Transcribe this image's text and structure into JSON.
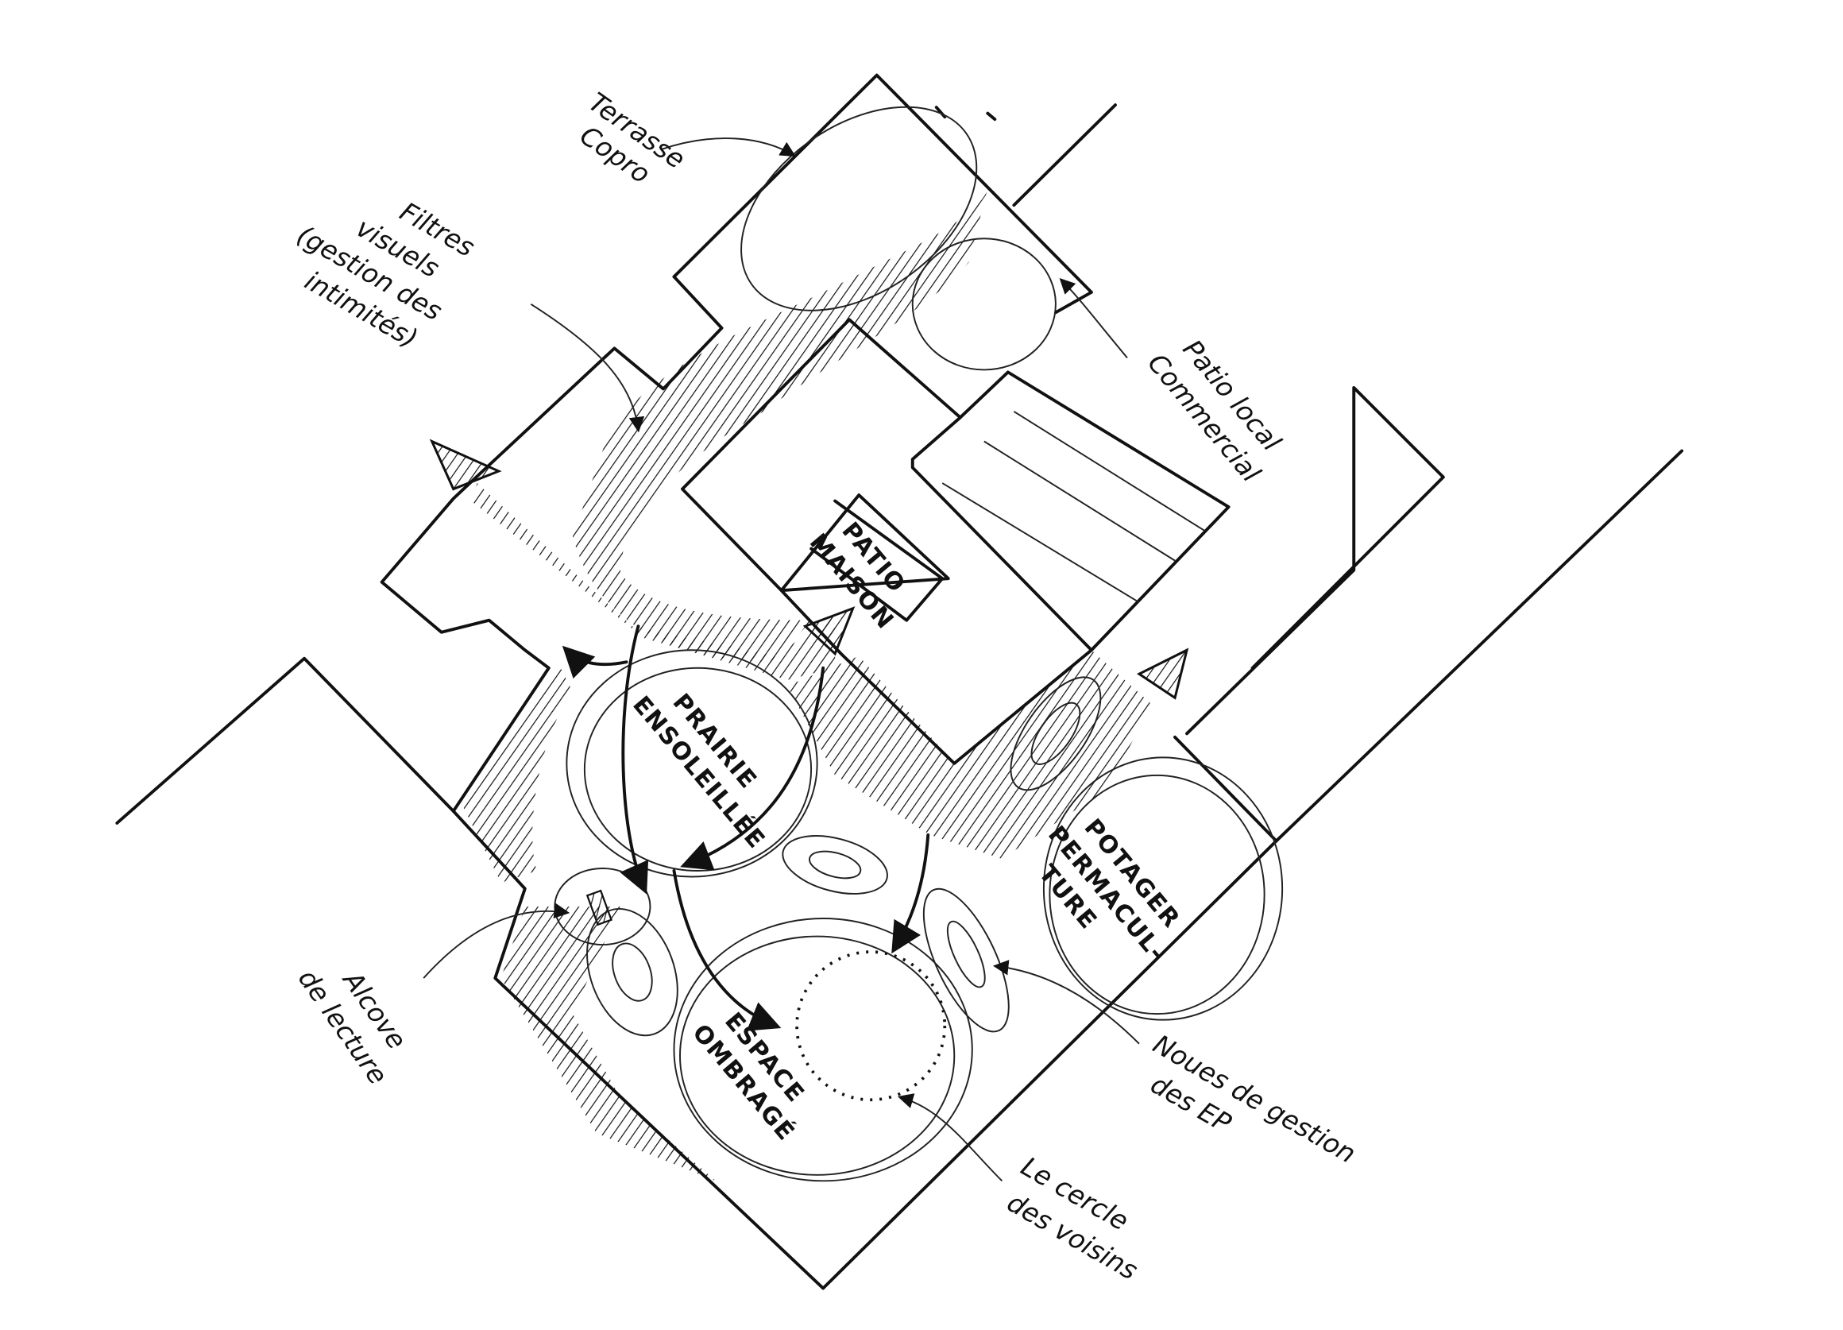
{
  "title": "Plan-masse schématique du jardin",
  "colors": {
    "ink": "#111111",
    "paper": "#ffffff"
  },
  "labels": {
    "terrasse": [
      "Terrasse",
      "Copro"
    ],
    "filtres": [
      "Filtres",
      "visuels",
      "(gestion des",
      "intimités)"
    ],
    "patio_local": [
      "Patio local",
      "Commercial"
    ],
    "patio_maison": [
      "PATIO",
      "MAISON"
    ],
    "prairie": [
      "PRAIRIE",
      "ENSOLEILLÉE"
    ],
    "potager": [
      "POTAGER",
      "PERMACUL-",
      "TURE"
    ],
    "alcove": [
      "Alcove",
      "de lecture"
    ],
    "espace": [
      "ESPACE",
      "OMBRAGÉ"
    ],
    "noues": [
      "Noues de gestion",
      "des EP"
    ],
    "cercle": [
      "Le cercle",
      "des voisins"
    ]
  }
}
